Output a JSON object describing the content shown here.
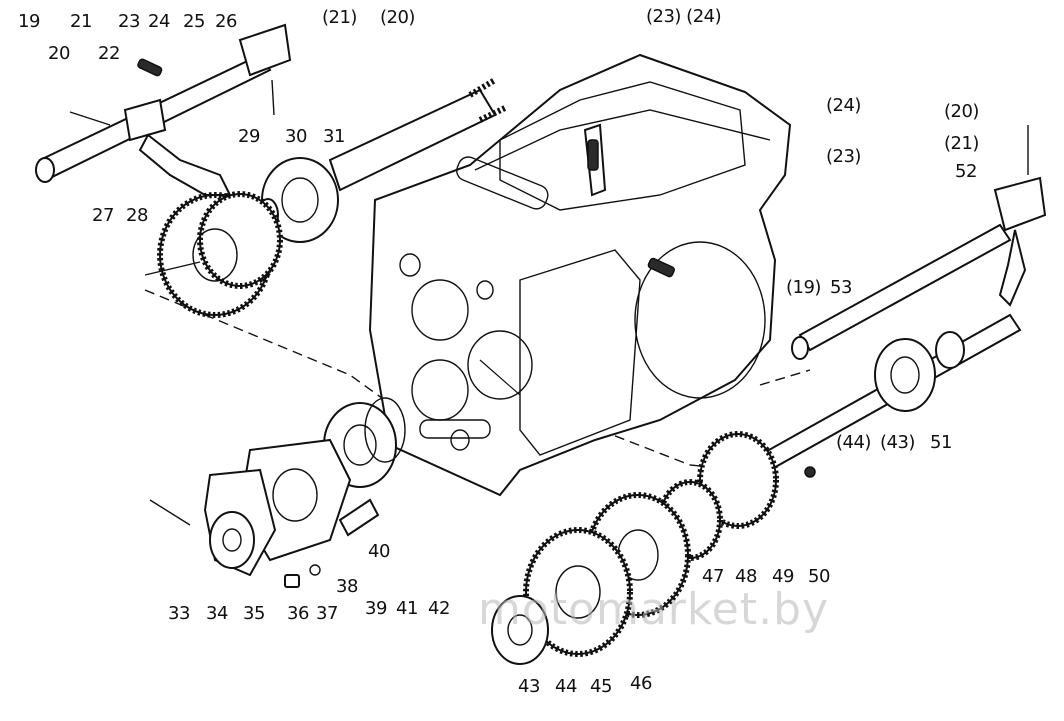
{
  "figure": {
    "watermark": "motomarket.by",
    "callouts": [
      {
        "id": "c19a",
        "text": "19"
      },
      {
        "id": "c21a",
        "text": "21"
      },
      {
        "id": "c23a",
        "text": "23"
      },
      {
        "id": "c24a",
        "text": "24"
      },
      {
        "id": "c25",
        "text": "25"
      },
      {
        "id": "c26",
        "text": "26"
      },
      {
        "id": "c21p1",
        "text": "(21)"
      },
      {
        "id": "c20p1",
        "text": "(20)"
      },
      {
        "id": "c20a",
        "text": "20"
      },
      {
        "id": "c22",
        "text": "22"
      },
      {
        "id": "c2324p",
        "text": "(23) (24)"
      },
      {
        "id": "c24p",
        "text": "(24)"
      },
      {
        "id": "c23p",
        "text": "(23)"
      },
      {
        "id": "c20p2",
        "text": "(20)"
      },
      {
        "id": "c21p2",
        "text": "(21)"
      },
      {
        "id": "c52",
        "text": "52"
      },
      {
        "id": "c29",
        "text": "29"
      },
      {
        "id": "c30",
        "text": "30"
      },
      {
        "id": "c31",
        "text": "31"
      },
      {
        "id": "c27",
        "text": "27"
      },
      {
        "id": "c28",
        "text": "28"
      },
      {
        "id": "c19p",
        "text": "(19)"
      },
      {
        "id": "c53",
        "text": "53"
      },
      {
        "id": "c44p",
        "text": "(44)"
      },
      {
        "id": "c43p",
        "text": "(43)"
      },
      {
        "id": "c51",
        "text": "51"
      },
      {
        "id": "c40",
        "text": "40"
      },
      {
        "id": "c47",
        "text": "47"
      },
      {
        "id": "c48",
        "text": "48"
      },
      {
        "id": "c49",
        "text": "49"
      },
      {
        "id": "c50",
        "text": "50"
      },
      {
        "id": "c33",
        "text": "33"
      },
      {
        "id": "c34",
        "text": "34"
      },
      {
        "id": "c35",
        "text": "35"
      },
      {
        "id": "c36",
        "text": "36"
      },
      {
        "id": "c37",
        "text": "37"
      },
      {
        "id": "c38",
        "text": "38"
      },
      {
        "id": "c39",
        "text": "39"
      },
      {
        "id": "c41",
        "text": "41"
      },
      {
        "id": "c42",
        "text": "42"
      },
      {
        "id": "c43",
        "text": "43"
      },
      {
        "id": "c44",
        "text": "44"
      },
      {
        "id": "c45",
        "text": "45"
      },
      {
        "id": "c46",
        "text": "46"
      }
    ]
  }
}
